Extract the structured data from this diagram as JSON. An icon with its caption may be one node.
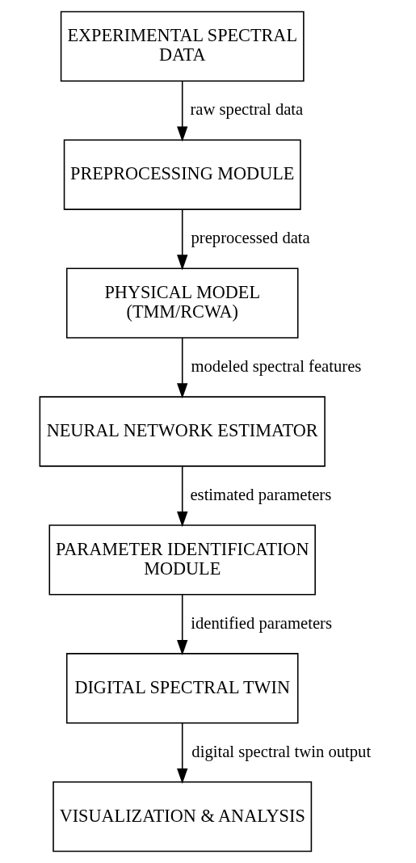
{
  "diagram": {
    "nodes": [
      {
        "text": [
          "EXPERIMENTAL SPECTRAL DATA"
        ]
      },
      {
        "text": [
          "PREPROCESSING MODULE"
        ]
      },
      {
        "text": [
          "PHYSICAL MODEL (TMM/RCWA)"
        ]
      },
      {
        "text": [
          "NEURAL NETWORK ESTIMATOR"
        ]
      },
      {
        "text": [
          "PARAMETER IDENTIFICATION MODULE"
        ]
      },
      {
        "text": [
          "DIGITAL SPECTRAL TWIN"
        ]
      },
      {
        "text": [
          "VISUALIZATION & ANALYSIS"
        ]
      }
    ],
    "edges": [
      {
        "from": 0,
        "to": 1,
        "arrow": "to",
        "label": "raw spectral data"
      },
      {
        "from": 1,
        "to": 2,
        "arrow": "to",
        "label": "preprocessed data"
      },
      {
        "from": 2,
        "to": 3,
        "arrow": "to",
        "label": "modeled spectral features"
      },
      {
        "from": 3,
        "to": 4,
        "arrow": "to",
        "label": "estimated parameters"
      },
      {
        "from": 4,
        "to": 5,
        "arrow": "to",
        "label": "identified parameters"
      },
      {
        "from": 5,
        "to": 6,
        "arrow": "to",
        "label": "digital spectral twin output"
      }
    ]
  }
}
